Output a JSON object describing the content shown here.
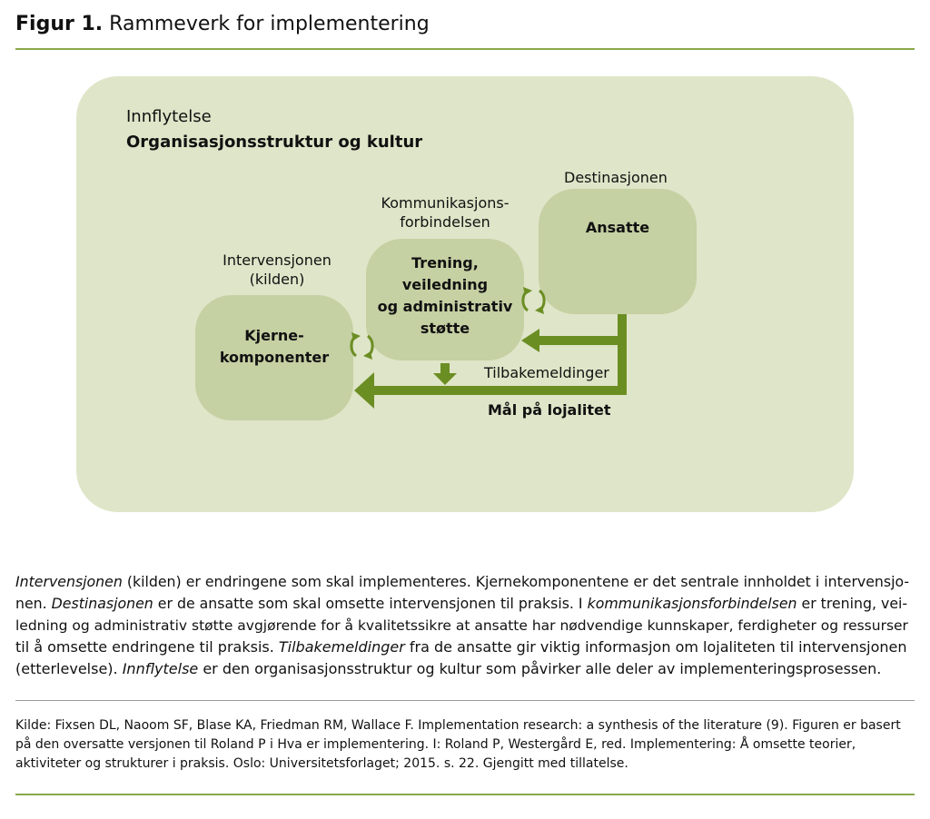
{
  "figure": {
    "number_label": "Figur 1.",
    "title": "Rammeverk for implementering"
  },
  "diagram": {
    "influence_label": "Innflytelse",
    "influence_title": "Organisasjonsstruktur og kultur",
    "intervention": {
      "heading_line1": "Intervensjonen",
      "heading_line2": "(kilden)",
      "box_line1": "Kjerne-",
      "box_line2": "komponenter"
    },
    "communication": {
      "heading_line1": "Kommunikasjons-",
      "heading_line2": "forbindelsen",
      "box_line1": "Trening,",
      "box_line2": "veiledning",
      "box_line3": "og administrativ",
      "box_line4": "støtte"
    },
    "destination": {
      "heading": "Destinasjonen",
      "box_label": "Ansatte"
    },
    "feedback_label": "Tilbakemeldinger",
    "fidelity_label": "Mål på lojalitet",
    "colors": {
      "background": "#dfe5c8",
      "box": "#c5d0a3",
      "arrow": "#6b8e23",
      "rule": "#8aa84a"
    }
  },
  "caption": {
    "l1a": "Intervensjonen",
    "l1b": " (kilden) er endringene som skal implementeres. Kjernekomponentene er det sentrale innholdet i intervensjo-",
    "l2a": "nen. ",
    "l2b": "Destinasjonen",
    "l2c": " er de ansatte som skal omsette intervensjonen til praksis. I ",
    "l2d": "kommunikasjonsforbindelsen",
    "l2e": " er trening, vei-",
    "l3": "ledning og administrativ støtte avgjørende for å kvalitetssikre at ansatte har nødvendige kunnskaper, ferdigheter og ressurser",
    "l4a": "til å omsette endringene til praksis. ",
    "l4b": "Tilbakemeldinger",
    "l4c": " fra de ansatte gir viktig informasjon om lojaliteten til intervensjonen",
    "l5a": "(etterlevelse). ",
    "l5b": "Innflytelse",
    "l5c": " er den organisasjonsstruktur og kultur som påvirker alle deler av implementeringsprosessen."
  },
  "source": {
    "l1": "Kilde: Fixsen DL, Naoom SF, Blase KA, Friedman RM, Wallace F. Implementation research: a synthesis of the literature (9). Figuren er basert",
    "l2": "på den oversatte versjonen til Roland P i Hva er implementering. I: Roland P, Westergård E, red. Implementering: Å omsette teorier,",
    "l3": "aktiviteter og strukturer i praksis. Oslo: Universitetsforlaget; 2015. s. 22. Gjengitt med tillatelse."
  }
}
